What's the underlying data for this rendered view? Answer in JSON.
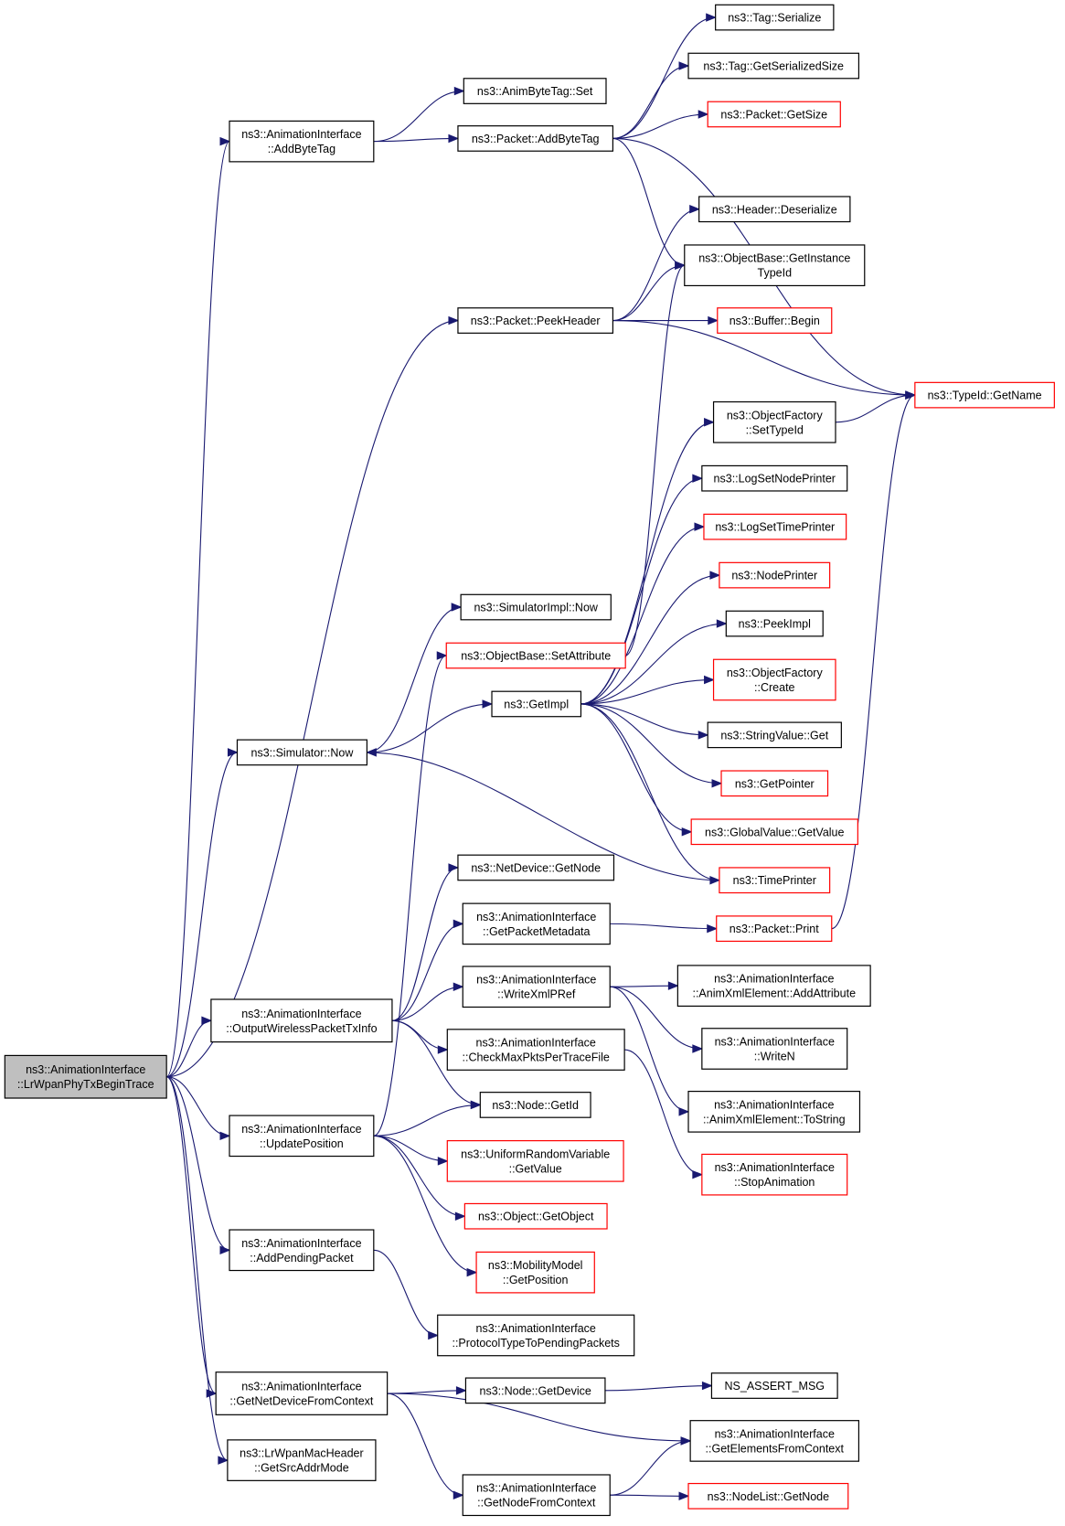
{
  "graph": {
    "nodes": {
      "root": {
        "label": [
          "ns3::AnimationInterface",
          "::LrWpanPhyTxBeginTrace"
        ],
        "style": "root"
      },
      "addByteTagAI": {
        "label": [
          "ns3::AnimationInterface",
          "::AddByteTag"
        ],
        "style": "normal"
      },
      "simNow": {
        "label": [
          "ns3::Simulator::Now"
        ],
        "style": "normal"
      },
      "outputWireless": {
        "label": [
          "ns3::AnimationInterface",
          "::OutputWirelessPacketTxInfo"
        ],
        "style": "normal"
      },
      "updatePosition": {
        "label": [
          "ns3::AnimationInterface",
          "::UpdatePosition"
        ],
        "style": "normal"
      },
      "addPending": {
        "label": [
          "ns3::AnimationInterface",
          "::AddPendingPacket"
        ],
        "style": "normal"
      },
      "getNetDevFromCtx": {
        "label": [
          "ns3::AnimationInterface",
          "::GetNetDeviceFromContext"
        ],
        "style": "normal"
      },
      "lrwpanMac": {
        "label": [
          "ns3::LrWpanMacHeader",
          "::GetSrcAddrMode"
        ],
        "style": "normal"
      },
      "animByteTagSet": {
        "label": [
          "ns3::AnimByteTag::Set"
        ],
        "style": "normal"
      },
      "packetAddByteTag": {
        "label": [
          "ns3::Packet::AddByteTag"
        ],
        "style": "normal"
      },
      "packetPeekHeader": {
        "label": [
          "ns3::Packet::PeekHeader"
        ],
        "style": "normal"
      },
      "simImplNow": {
        "label": [
          "ns3::SimulatorImpl::Now"
        ],
        "style": "normal"
      },
      "objSetAttr": {
        "label": [
          "ns3::ObjectBase::SetAttribute"
        ],
        "style": "red"
      },
      "getImpl": {
        "label": [
          "ns3::GetImpl"
        ],
        "style": "normal"
      },
      "netDevGetNode": {
        "label": [
          "ns3::NetDevice::GetNode"
        ],
        "style": "normal"
      },
      "getPacketMeta": {
        "label": [
          "ns3::AnimationInterface",
          "::GetPacketMetadata"
        ],
        "style": "normal"
      },
      "writeXmlPRef": {
        "label": [
          "ns3::AnimationInterface",
          "::WriteXmlPRef"
        ],
        "style": "normal"
      },
      "checkMaxPkts": {
        "label": [
          "ns3::AnimationInterface",
          "::CheckMaxPktsPerTraceFile"
        ],
        "style": "normal"
      },
      "nodeGetId": {
        "label": [
          "ns3::Node::GetId"
        ],
        "style": "normal"
      },
      "uniformRV": {
        "label": [
          "ns3::UniformRandomVariable",
          "::GetValue"
        ],
        "style": "red"
      },
      "objGetObject": {
        "label": [
          "ns3::Object::GetObject"
        ],
        "style": "red"
      },
      "mobilityGetPos": {
        "label": [
          "ns3::MobilityModel",
          "::GetPosition"
        ],
        "style": "red"
      },
      "protoTypeToPending": {
        "label": [
          "ns3::AnimationInterface",
          "::ProtocolTypeToPendingPackets"
        ],
        "style": "normal"
      },
      "nodeGetDevice": {
        "label": [
          "ns3::Node::GetDevice"
        ],
        "style": "normal"
      },
      "getNodeFromCtx": {
        "label": [
          "ns3::AnimationInterface",
          "::GetNodeFromContext"
        ],
        "style": "normal"
      },
      "tagSerialize": {
        "label": [
          "ns3::Tag::Serialize"
        ],
        "style": "normal"
      },
      "tagGetSerSize": {
        "label": [
          "ns3::Tag::GetSerializedSize"
        ],
        "style": "normal"
      },
      "packetGetSize": {
        "label": [
          "ns3::Packet::GetSize"
        ],
        "style": "red"
      },
      "headerDeser": {
        "label": [
          "ns3::Header::Deserialize"
        ],
        "style": "normal"
      },
      "objBaseGetITI": {
        "label": [
          "ns3::ObjectBase::GetInstance",
          "TypeId"
        ],
        "style": "normal"
      },
      "bufferBegin": {
        "label": [
          "ns3::Buffer::Begin"
        ],
        "style": "red"
      },
      "typeIdGetName": {
        "label": [
          "ns3::TypeId::GetName"
        ],
        "style": "red"
      },
      "objFactSetTypeId": {
        "label": [
          "ns3::ObjectFactory",
          "::SetTypeId"
        ],
        "style": "normal"
      },
      "logSetNodePrinter": {
        "label": [
          "ns3::LogSetNodePrinter"
        ],
        "style": "normal"
      },
      "logSetTimePrinter": {
        "label": [
          "ns3::LogSetTimePrinter"
        ],
        "style": "red"
      },
      "nodePrinter": {
        "label": [
          "ns3::NodePrinter"
        ],
        "style": "red"
      },
      "peekImpl": {
        "label": [
          "ns3::PeekImpl"
        ],
        "style": "normal"
      },
      "objFactCreate": {
        "label": [
          "ns3::ObjectFactory",
          "::Create"
        ],
        "style": "red"
      },
      "stringValueGet": {
        "label": [
          "ns3::StringValue::Get"
        ],
        "style": "normal"
      },
      "getPointer": {
        "label": [
          "ns3::GetPointer"
        ],
        "style": "red"
      },
      "globalValueGet": {
        "label": [
          "ns3::GlobalValue::GetValue"
        ],
        "style": "red"
      },
      "timePrinter": {
        "label": [
          "ns3::TimePrinter"
        ],
        "style": "red"
      },
      "packetPrint": {
        "label": [
          "ns3::Packet::Print"
        ],
        "style": "red"
      },
      "animXmlAddAttr": {
        "label": [
          "ns3::AnimationInterface",
          "::AnimXmlElement::AddAttribute"
        ],
        "style": "normal"
      },
      "writeN": {
        "label": [
          "ns3::AnimationInterface",
          "::WriteN"
        ],
        "style": "normal"
      },
      "animXmlToString": {
        "label": [
          "ns3::AnimationInterface",
          "::AnimXmlElement::ToString"
        ],
        "style": "normal"
      },
      "stopAnimation": {
        "label": [
          "ns3::AnimationInterface",
          "::StopAnimation"
        ],
        "style": "red"
      },
      "nsAssertMsg": {
        "label": [
          "NS_ASSERT_MSG"
        ],
        "style": "normal"
      },
      "getElemsFromCtx": {
        "label": [
          "ns3::AnimationInterface",
          "::GetElementsFromContext"
        ],
        "style": "normal"
      },
      "nodeListGetNode": {
        "label": [
          "ns3::NodeList::GetNode"
        ],
        "style": "red"
      }
    },
    "edges": [
      [
        "root",
        "addByteTagAI"
      ],
      [
        "root",
        "packetPeekHeader"
      ],
      [
        "root",
        "simNow"
      ],
      [
        "root",
        "outputWireless"
      ],
      [
        "root",
        "updatePosition"
      ],
      [
        "root",
        "addPending"
      ],
      [
        "root",
        "getNetDevFromCtx"
      ],
      [
        "root",
        "lrwpanMac"
      ],
      [
        "addByteTagAI",
        "animByteTagSet"
      ],
      [
        "addByteTagAI",
        "packetAddByteTag"
      ],
      [
        "packetAddByteTag",
        "tagSerialize"
      ],
      [
        "packetAddByteTag",
        "tagGetSerSize"
      ],
      [
        "packetAddByteTag",
        "packetGetSize"
      ],
      [
        "packetAddByteTag",
        "objBaseGetITI"
      ],
      [
        "packetAddByteTag",
        "typeIdGetName"
      ],
      [
        "packetPeekHeader",
        "headerDeser"
      ],
      [
        "packetPeekHeader",
        "objBaseGetITI"
      ],
      [
        "packetPeekHeader",
        "bufferBegin"
      ],
      [
        "packetPeekHeader",
        "typeIdGetName"
      ],
      [
        "objFactSetTypeId",
        "typeIdGetName"
      ],
      [
        "packetPrint",
        "typeIdGetName"
      ],
      [
        "simNow",
        "simImplNow"
      ],
      [
        "simNow",
        "getImpl"
      ],
      [
        "objSetAttr",
        "objBaseGetITI"
      ],
      [
        "getImpl",
        "objFactSetTypeId"
      ],
      [
        "getImpl",
        "logSetNodePrinter"
      ],
      [
        "getImpl",
        "logSetTimePrinter"
      ],
      [
        "getImpl",
        "nodePrinter"
      ],
      [
        "getImpl",
        "peekImpl"
      ],
      [
        "getImpl",
        "objFactCreate"
      ],
      [
        "getImpl",
        "stringValueGet"
      ],
      [
        "getImpl",
        "getPointer"
      ],
      [
        "getImpl",
        "globalValueGet"
      ],
      [
        "getImpl",
        "timePrinter"
      ],
      [
        "timePrinter",
        "simNow"
      ],
      [
        "outputWireless",
        "netDevGetNode"
      ],
      [
        "outputWireless",
        "getPacketMeta"
      ],
      [
        "outputWireless",
        "writeXmlPRef"
      ],
      [
        "outputWireless",
        "checkMaxPkts"
      ],
      [
        "outputWireless",
        "nodeGetId"
      ],
      [
        "getPacketMeta",
        "packetPrint"
      ],
      [
        "writeXmlPRef",
        "animXmlAddAttr"
      ],
      [
        "writeXmlPRef",
        "writeN"
      ],
      [
        "writeXmlPRef",
        "animXmlToString"
      ],
      [
        "checkMaxPkts",
        "stopAnimation"
      ],
      [
        "updatePosition",
        "objSetAttr"
      ],
      [
        "updatePosition",
        "nodeGetId"
      ],
      [
        "updatePosition",
        "uniformRV"
      ],
      [
        "updatePosition",
        "objGetObject"
      ],
      [
        "updatePosition",
        "mobilityGetPos"
      ],
      [
        "addPending",
        "protoTypeToPending"
      ],
      [
        "getNetDevFromCtx",
        "nodeGetDevice"
      ],
      [
        "getNetDevFromCtx",
        "getElemsFromCtx"
      ],
      [
        "getNetDevFromCtx",
        "getNodeFromCtx"
      ],
      [
        "nodeGetDevice",
        "nsAssertMsg"
      ],
      [
        "getNodeFromCtx",
        "getElemsFromCtx"
      ],
      [
        "getNodeFromCtx",
        "nodeListGetNode"
      ]
    ]
  }
}
